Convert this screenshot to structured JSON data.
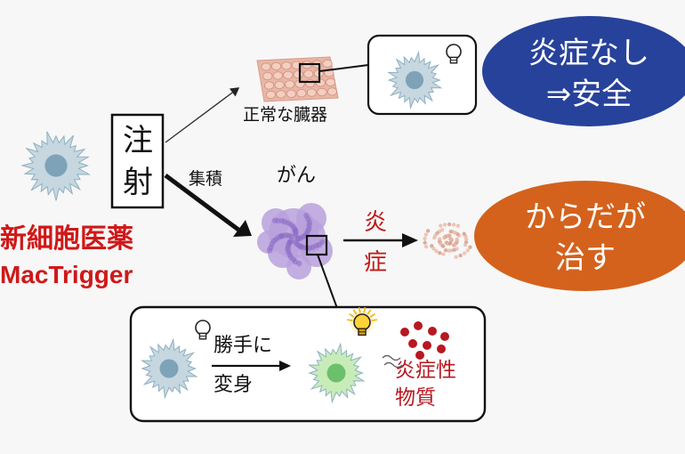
{
  "drug": {
    "name_jp": "新細胞医薬",
    "name_en": "MacTrigger"
  },
  "injection": {
    "char1": "注",
    "char2": "射"
  },
  "labels": {
    "accumulate": "集積",
    "cancer": "がん",
    "normal_organ": "正常な臓器",
    "inflammation_char1": "炎",
    "inflammation_char2": "症"
  },
  "outcomes": {
    "safe_line1": "炎症なし",
    "safe_line2": "⇒安全",
    "cure_line1": "からだが",
    "cure_line2": "治す"
  },
  "detail": {
    "change_line1": "勝手に",
    "change_line2": "変身",
    "mediator_line1": "炎症性",
    "mediator_line2": "物質"
  },
  "colors": {
    "safe_oval": "#27429a",
    "cure_oval": "#d4621c",
    "cell_body": "#bcd0da",
    "cell_nucleus": "#6e98b0",
    "active_cell": "#bfe6b0",
    "active_nucleus": "#6cc06c",
    "cancer_mass": "#a68ad0",
    "accent_red": "#d01818"
  },
  "icons": [
    "lightbulb-icon",
    "macrophage-cell-icon",
    "activated-cell-icon",
    "cancer-mass-icon",
    "organ-tissue-icon",
    "cell-debris-icon",
    "inflammatory-particles-icon"
  ]
}
